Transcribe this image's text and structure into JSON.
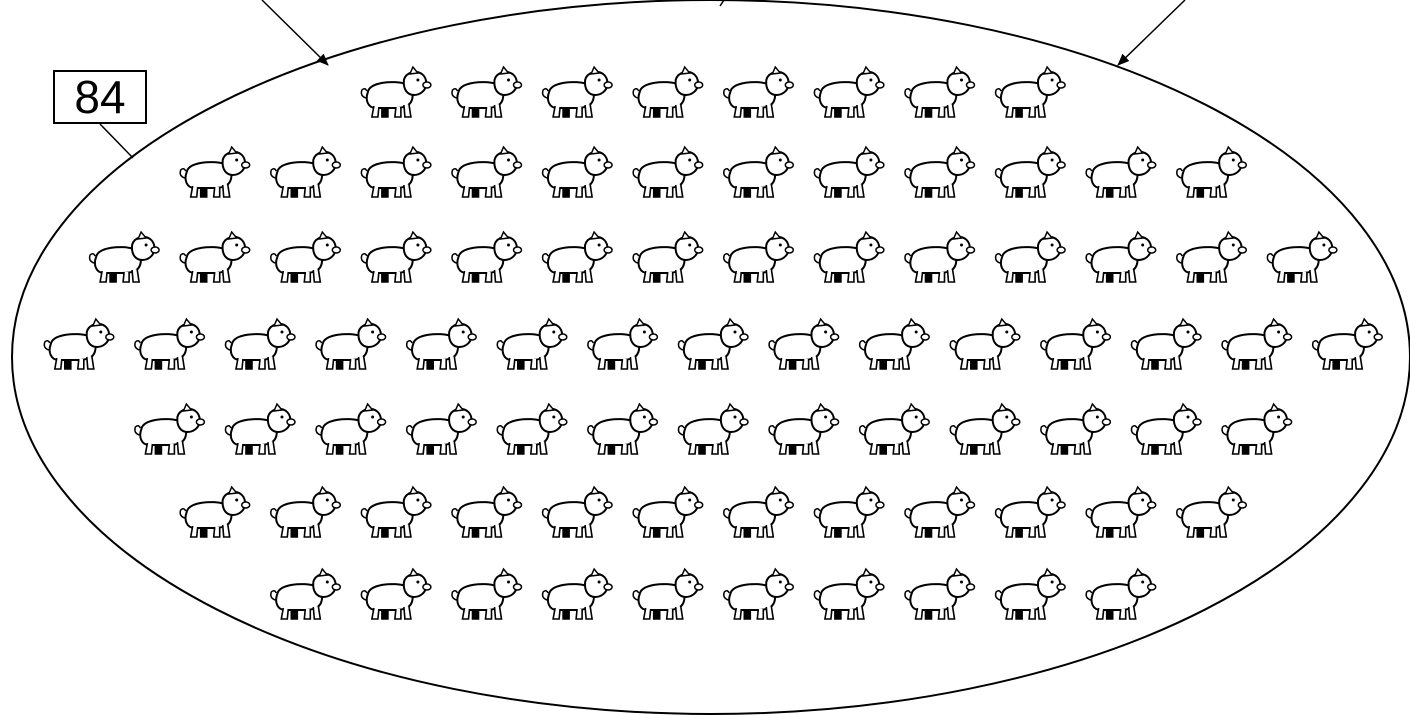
{
  "count_label": "84",
  "pig_rows": [
    8,
    12,
    14,
    15,
    13,
    12,
    10
  ],
  "icon": "pig-icon",
  "colors": {
    "stroke": "#000000",
    "background": "#ffffff"
  }
}
